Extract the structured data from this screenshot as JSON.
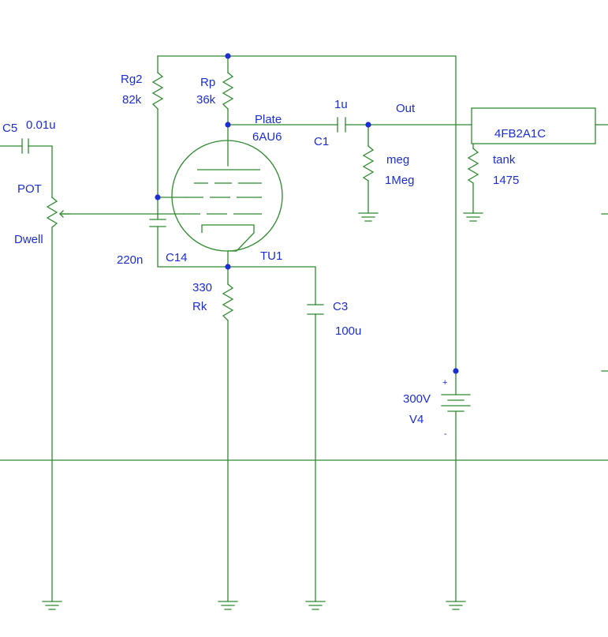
{
  "colors": {
    "wire": "#2e8b2e",
    "label": "#1c2ed1",
    "background": "#ffffff"
  },
  "components": {
    "c5": {
      "ref": "C5",
      "value": "0.01u"
    },
    "pot": {
      "ref": "POT",
      "value": "Dwell"
    },
    "rg2": {
      "ref": "Rg2",
      "value": "82k"
    },
    "rp": {
      "ref": "Rp",
      "value": "36k"
    },
    "tube": {
      "ref": "TU1",
      "value": "6AU6"
    },
    "c14": {
      "ref": "C14",
      "value": "220n"
    },
    "rk": {
      "ref": "Rk",
      "value": "330"
    },
    "c3": {
      "ref": "C3",
      "value": "100u"
    },
    "c1": {
      "ref": "C1",
      "value": "1u"
    },
    "rmeg": {
      "ref": "meg",
      "value": "1Meg"
    },
    "tank": {
      "ref": "tank",
      "value": "1475"
    },
    "tank_box": {
      "label": "4FB2A1C"
    },
    "v4": {
      "ref": "V4",
      "value": "300V",
      "plus": "+",
      "minus": "-"
    }
  },
  "nets": {
    "plate": "Plate",
    "out": "Out"
  }
}
